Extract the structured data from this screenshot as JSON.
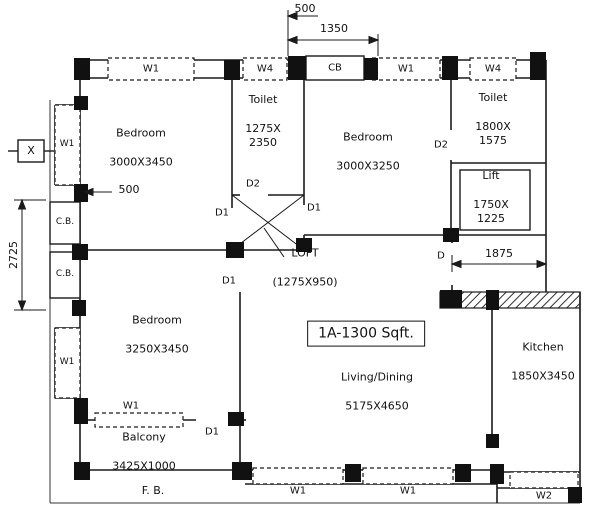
{
  "plan": {
    "title": "1A-1300 Sqft.",
    "rooms": {
      "bedroom1": {
        "name": "Bedroom",
        "size": "3000X3450"
      },
      "toilet1": {
        "name": "Toilet",
        "size": "1275X\n2350"
      },
      "bedroom2": {
        "name": "Bedroom",
        "size": "3000X3250"
      },
      "toilet2": {
        "name": "Toilet",
        "size": "1800X\n1575"
      },
      "lift": {
        "name": "Lift",
        "size": "1750X\n1225"
      },
      "loft": {
        "name": "LOFT",
        "size": "(1275X950)"
      },
      "bedroom3": {
        "name": "Bedroom",
        "size": "3250X3450"
      },
      "living": {
        "name": "Living/Dining",
        "size": "5175X4650"
      },
      "kitchen": {
        "name": "Kitchen",
        "size": "1850X3450"
      },
      "balcony": {
        "name": "Balcony",
        "size": "3425X1000"
      },
      "flower_bed": {
        "name": "F. B."
      }
    },
    "openings": {
      "w1": "W1",
      "w2": "W2",
      "w4": "W4",
      "cb": "CB",
      "cb_left": "C.B.",
      "d": "D",
      "d1": "D1",
      "d2": "D2"
    },
    "dimensions": {
      "top_small": "500",
      "top_main": "1350",
      "left_small": "500",
      "left_main": "2725",
      "right_main": "1875",
      "section": "X"
    }
  }
}
